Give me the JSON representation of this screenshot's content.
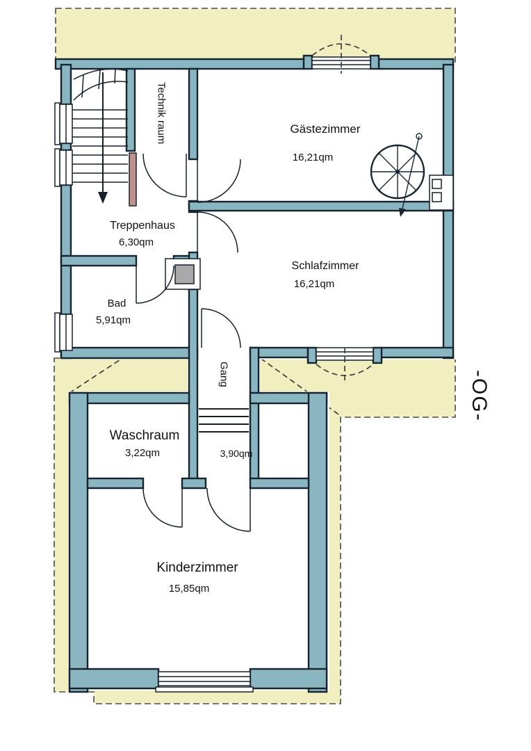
{
  "floor_plan": {
    "floor_label": "-OG-",
    "rooms": {
      "technikraum": {
        "name_line1": "Technik",
        "name_line2": "raum"
      },
      "gaestezimmer": {
        "name": "Gästezimmer",
        "area": "16,21qm"
      },
      "treppenhaus": {
        "name": "Treppenhaus",
        "area": "6,30qm"
      },
      "schlafzimmer": {
        "name": "Schlafzimmer",
        "area": "16,21qm"
      },
      "bad": {
        "name": "Bad",
        "area": "5,91qm"
      },
      "gang": {
        "name": "Gang",
        "area": "3,90qm"
      },
      "waschraum": {
        "name": "Waschraum",
        "area": "3,22qm"
      },
      "kinderzimmer": {
        "name": "Kinderzimmer",
        "area": "15,85qm"
      }
    },
    "colors": {
      "roof": "#f1eec0",
      "wall_fill": "#8ab6c1",
      "wall_outline": "#16242f",
      "accent_pink": "#c18f8d",
      "gray_vent": "#a9a9a9"
    }
  }
}
